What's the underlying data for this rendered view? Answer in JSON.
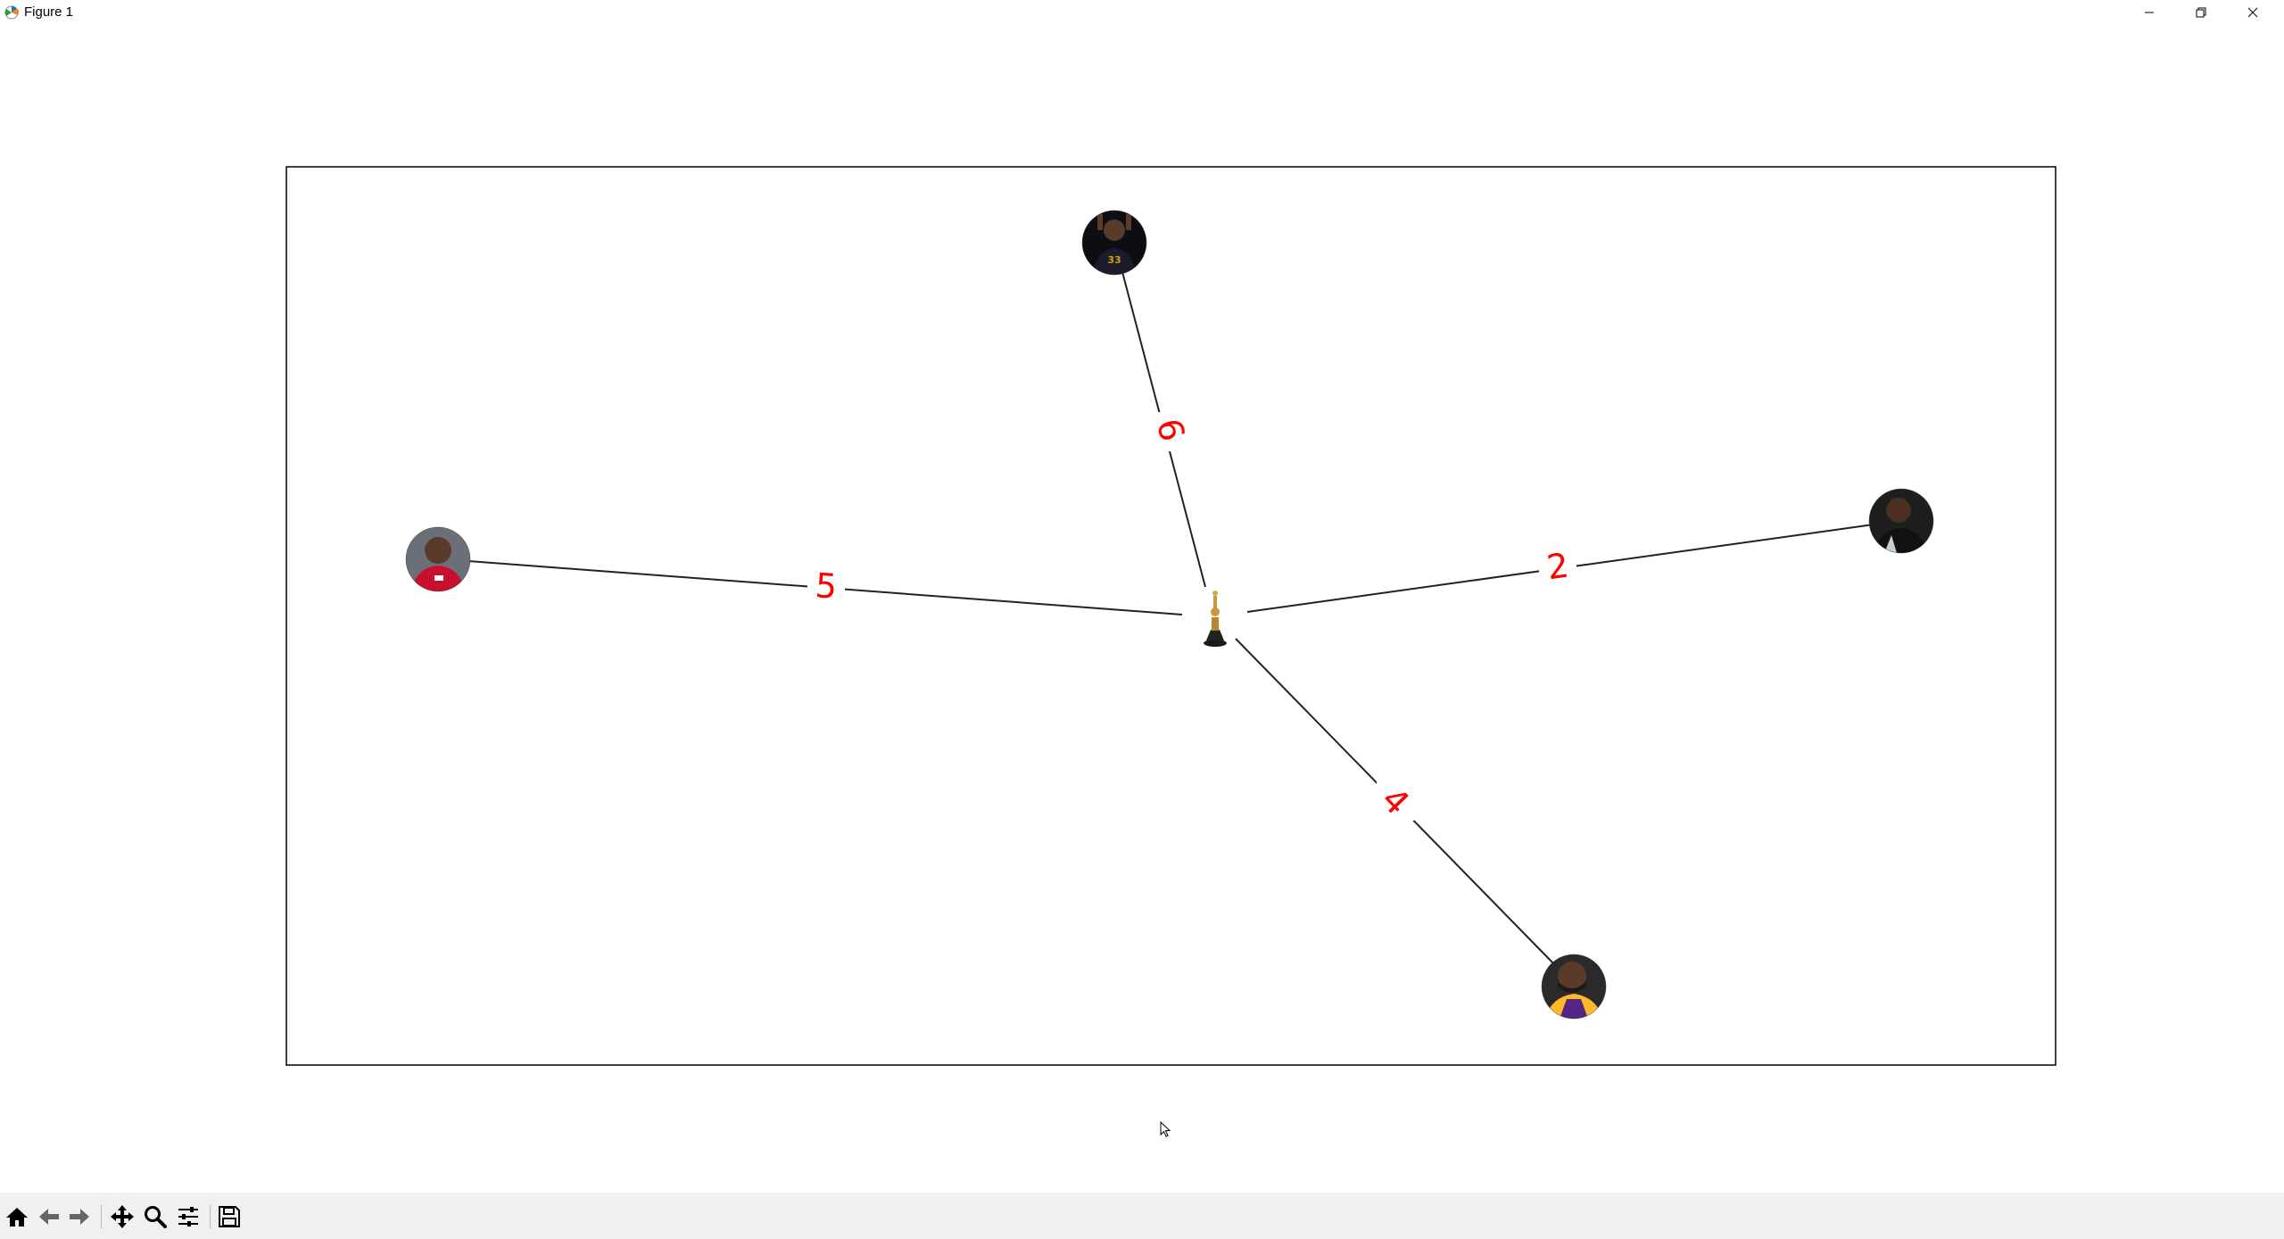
{
  "window": {
    "title": "Figure 1",
    "buttons": {
      "minimize": "minimize-icon",
      "restore": "restore-icon",
      "close": "close-icon"
    }
  },
  "graph": {
    "nodes": [
      {
        "id": "trophy",
        "icon": "trophy-icon"
      },
      {
        "id": "player-top",
        "icon": "player-avatar",
        "jersey_color": "#1a1a1a",
        "accent": "#d4a017"
      },
      {
        "id": "player-left",
        "icon": "player-avatar",
        "jersey_color": "#c8102e",
        "accent": "#000000"
      },
      {
        "id": "player-right",
        "icon": "player-avatar",
        "jersey_color": "#111111",
        "accent": "#c4ced4"
      },
      {
        "id": "player-bottom",
        "icon": "player-avatar",
        "jersey_color": "#552583",
        "accent": "#fdb927"
      }
    ],
    "edges": [
      {
        "from": "trophy",
        "to": "player-top",
        "label": "6"
      },
      {
        "from": "trophy",
        "to": "player-left",
        "label": "5"
      },
      {
        "from": "trophy",
        "to": "player-right",
        "label": "2"
      },
      {
        "from": "trophy",
        "to": "player-bottom",
        "label": "4"
      }
    ],
    "edge_label_color": "#ff0000"
  },
  "toolbar": {
    "items": [
      "home-icon",
      "back-icon",
      "forward-icon",
      "pan-icon",
      "zoom-icon",
      "configure-subplots-icon",
      "save-icon"
    ]
  }
}
